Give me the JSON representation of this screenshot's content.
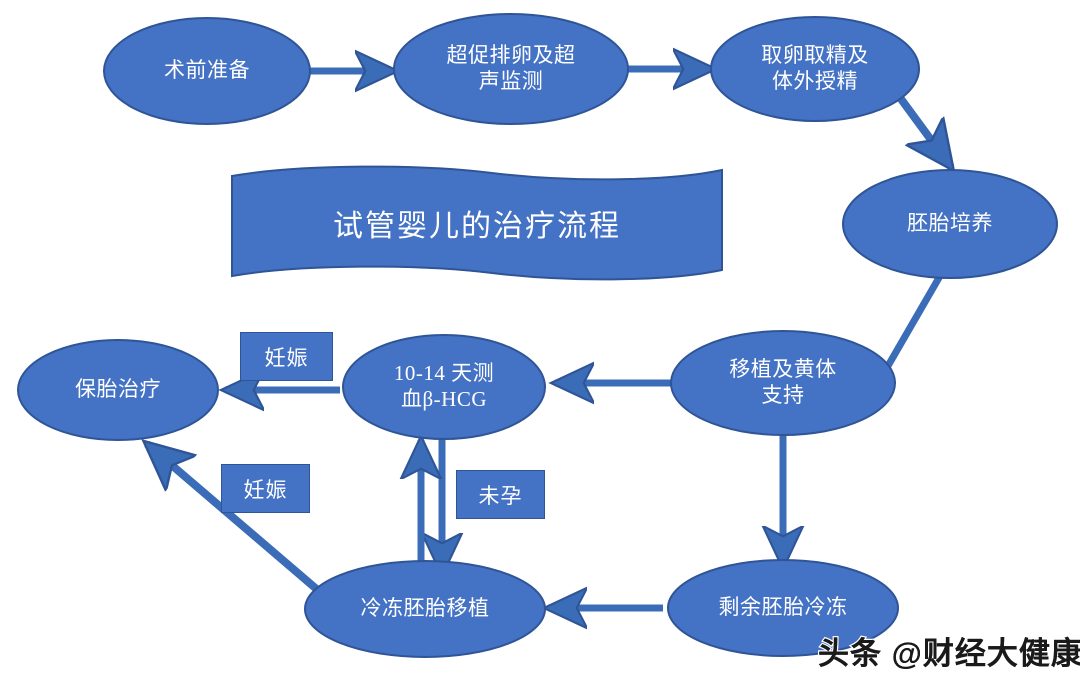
{
  "diagram": {
    "title_banner": "试管婴儿的治疗流程",
    "colors": {
      "fill": "#4472C4",
      "stroke": "#2F5597",
      "connector": "#3B6CB7",
      "text": "#FFFFFF",
      "background": "#FFFFFF"
    },
    "nodes": [
      {
        "id": "n1",
        "label": "术前准备",
        "shape": "ellipse"
      },
      {
        "id": "n2",
        "label": "超促排卵及超\n声监测",
        "shape": "ellipse"
      },
      {
        "id": "n3",
        "label": "取卵取精及\n体外授精",
        "shape": "ellipse"
      },
      {
        "id": "n4",
        "label": "胚胎培养",
        "shape": "ellipse"
      },
      {
        "id": "n5",
        "label": "移植及黄体\n支持",
        "shape": "ellipse"
      },
      {
        "id": "n6",
        "label": "10-14 天测\n血β-HCG",
        "shape": "ellipse"
      },
      {
        "id": "n7",
        "label": "保胎治疗",
        "shape": "ellipse"
      },
      {
        "id": "n8",
        "label": "冷冻胚胎移植",
        "shape": "ellipse"
      },
      {
        "id": "n9",
        "label": "剩余胚胎冷冻",
        "shape": "ellipse"
      }
    ],
    "edge_labels": [
      {
        "id": "t1",
        "label": "妊娠"
      },
      {
        "id": "t2",
        "label": "妊娠"
      },
      {
        "id": "t3",
        "label": "未孕"
      }
    ],
    "edges": [
      {
        "from": "术前准备",
        "to": "超促排卵及超声监测",
        "kind": "arrow"
      },
      {
        "from": "超促排卵及超声监测",
        "to": "取卵取精及体外授精",
        "kind": "arrow"
      },
      {
        "from": "取卵取精及体外授精",
        "to": "胚胎培养",
        "kind": "arrow"
      },
      {
        "from": "胚胎培养",
        "to": "移植及黄体支持",
        "kind": "line"
      },
      {
        "from": "移植及黄体支持",
        "to": "10-14 天测血β-HCG",
        "kind": "arrow"
      },
      {
        "from": "10-14 天测血β-HCG",
        "to": "保胎治疗",
        "kind": "arrow",
        "label": "妊娠"
      },
      {
        "from": "10-14 天测血β-HCG",
        "to": "冷冻胚胎移植",
        "kind": "arrow",
        "label": "未孕"
      },
      {
        "from": "冷冻胚胎移植",
        "to": "10-14 天测血β-HCG",
        "kind": "arrow"
      },
      {
        "from": "冷冻胚胎移植",
        "to": "保胎治疗",
        "kind": "arrow",
        "label": "妊娠"
      },
      {
        "from": "移植及黄体支持",
        "to": "剩余胚胎冷冻",
        "kind": "arrow"
      },
      {
        "from": "剩余胚胎冷冻",
        "to": "冷冻胚胎移植",
        "kind": "arrow"
      }
    ]
  },
  "watermark": {
    "text": "头条 @财经大健康"
  }
}
